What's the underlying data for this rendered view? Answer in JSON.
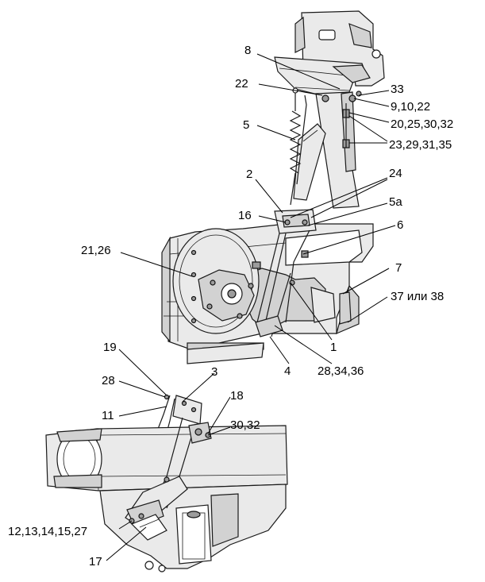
{
  "labels": {
    "l8": "8",
    "l22": "22",
    "l33": "33",
    "l9_10_22": "9,10,22",
    "l5": "5",
    "l20_25_30_32": "20,25,30,32",
    "l23_29_31_35": "23,29,31,35",
    "l2": "2",
    "l24": "24",
    "l5a": "5а",
    "l16": "16",
    "l6": "6",
    "l21_26": "21,26",
    "l7": "7",
    "l37_or_38": "37 или 38",
    "l1": "1",
    "l19": "19",
    "l4": "4",
    "l28_34_36": "28,34,36",
    "l3": "3",
    "l28": "28",
    "l18": "18",
    "l11": "11",
    "l30_32": "30,32",
    "l12_13_14_15_27": "12,13,14,15,27",
    "l17": "17"
  }
}
